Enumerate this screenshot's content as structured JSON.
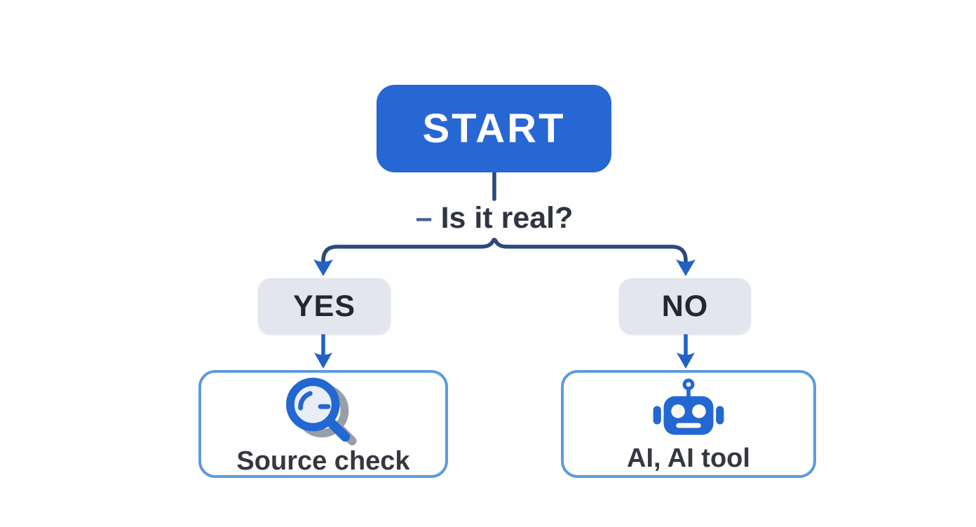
{
  "canvas": {
    "background": "#fefefe"
  },
  "colors": {
    "start_bg": "#2767d3",
    "start_text": "#ffffff",
    "connector_navy": "#2a4a7e",
    "arrow_blue": "#2361c6",
    "decision_bg": "#e3e6ee",
    "decision_text": "#24272f",
    "outcome_border": "#5d9cd9",
    "outcome_bg": "#ffffff",
    "outcome_text": "#35393f",
    "icon_blue": "#2267d2",
    "icon_shadow_gray": "#989fa9"
  },
  "flowchart": {
    "start": {
      "label": "START"
    },
    "question": {
      "dash": "–",
      "label": "Is it real?"
    },
    "branches": [
      {
        "label": "YES",
        "outcome": {
          "label": "Source check",
          "icon": "magnifier-icon"
        }
      },
      {
        "label": "NO",
        "outcome": {
          "label": "AI, AI tool",
          "icon": "robot-icon"
        }
      }
    ]
  }
}
